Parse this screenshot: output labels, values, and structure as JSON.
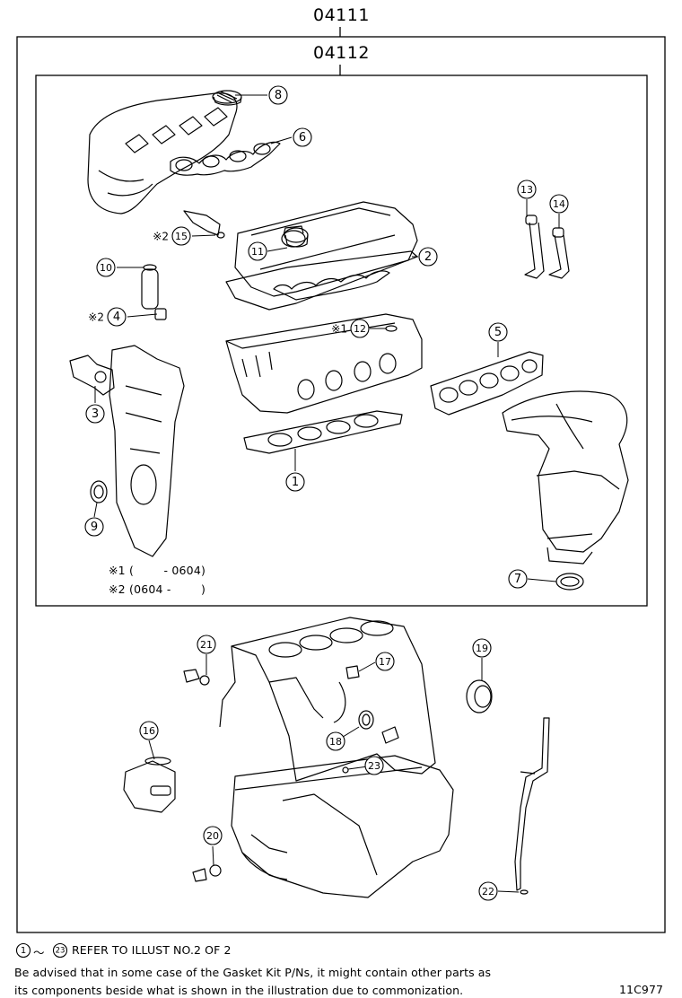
{
  "codes": {
    "outer": "04111",
    "inner": "04112"
  },
  "callouts": [
    {
      "num": "1"
    },
    {
      "num": "2"
    },
    {
      "num": "3"
    },
    {
      "num": "4",
      "marker": "※2"
    },
    {
      "num": "5"
    },
    {
      "num": "6"
    },
    {
      "num": "7"
    },
    {
      "num": "8"
    },
    {
      "num": "9"
    },
    {
      "num": "10"
    },
    {
      "num": "11"
    },
    {
      "num": "12",
      "marker": "※1"
    },
    {
      "num": "13"
    },
    {
      "num": "14"
    },
    {
      "num": "15",
      "marker": "※2"
    },
    {
      "num": "16"
    },
    {
      "num": "17"
    },
    {
      "num": "18"
    },
    {
      "num": "19"
    },
    {
      "num": "20"
    },
    {
      "num": "21"
    },
    {
      "num": "22"
    },
    {
      "num": "23"
    }
  ],
  "notes": [
    {
      "mark": "※1",
      "range": "(        - 0604)"
    },
    {
      "mark": "※2",
      "range": "(0604 -        )"
    }
  ],
  "footer": {
    "ref_from": "1",
    "tilde": "～",
    "ref_to": "23",
    "ref_text": "REFER TO ILLUST NO.2 OF 2",
    "advisory_1": "Be advised that in some case of the Gasket Kit P/Ns,  it might contain other parts as",
    "advisory_2": "its components beside what is shown in the illustration due to commonization.",
    "illust_code": "11C977"
  }
}
